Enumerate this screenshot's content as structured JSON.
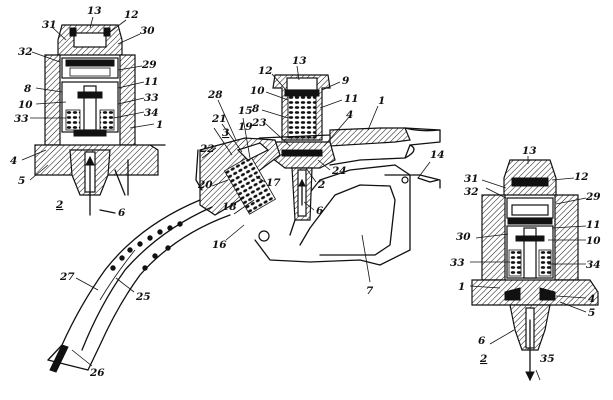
{
  "views": {
    "left_detail": {
      "labels": [
        "31",
        "13",
        "12",
        "30",
        "32",
        "29",
        "8",
        "11",
        "10",
        "33",
        "33",
        "34",
        "1",
        "4",
        "5",
        "2",
        "6"
      ]
    },
    "main_nozzle": {
      "labels": [
        "13",
        "12",
        "9",
        "10",
        "11",
        "8",
        "1",
        "23",
        "4",
        "28",
        "21",
        "15",
        "19",
        "3",
        "22",
        "20",
        "17",
        "18",
        "2",
        "24",
        "6",
        "14",
        "16",
        "7",
        "27",
        "25",
        "26"
      ]
    },
    "right_detail": {
      "labels": [
        "31",
        "13",
        "32",
        "12",
        "29",
        "11",
        "10",
        "30",
        "33",
        "34",
        "1",
        "4",
        "5",
        "6",
        "2",
        "35"
      ]
    }
  },
  "colors": {
    "ink": "#111111",
    "background": "#ffffff"
  }
}
